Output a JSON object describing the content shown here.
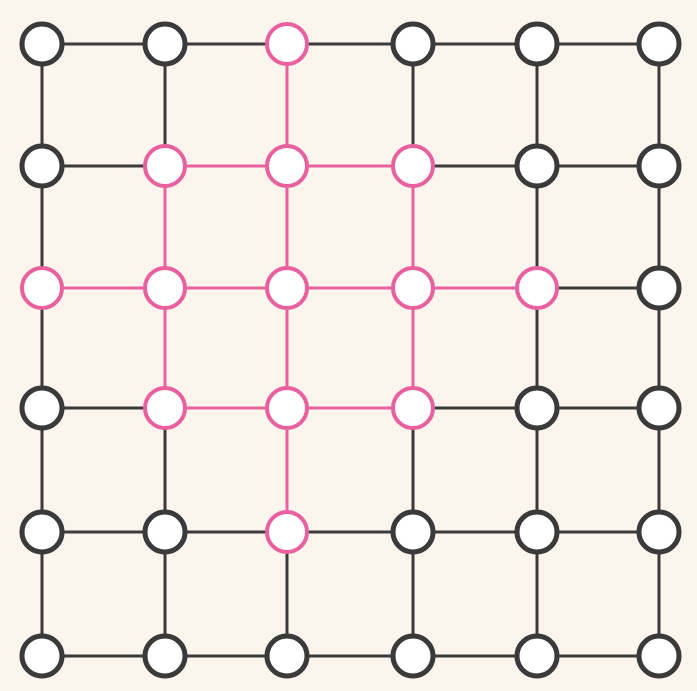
{
  "diagram": {
    "rows": 6,
    "cols": 6,
    "colors": {
      "background": "#fcf5ee",
      "edge_default": "#3a3a3a",
      "edge_highlight": "#e8609e",
      "node_fill": "#ffffff",
      "node_stroke_default": "#3a3a3a",
      "node_stroke_highlight": "#e8609e"
    },
    "highlighted_nodes": [
      [
        0,
        2
      ],
      [
        1,
        1
      ],
      [
        1,
        2
      ],
      [
        1,
        3
      ],
      [
        2,
        0
      ],
      [
        2,
        1
      ],
      [
        2,
        2
      ],
      [
        2,
        3
      ],
      [
        2,
        4
      ],
      [
        3,
        1
      ],
      [
        3,
        2
      ],
      [
        3,
        3
      ],
      [
        4,
        2
      ]
    ]
  }
}
